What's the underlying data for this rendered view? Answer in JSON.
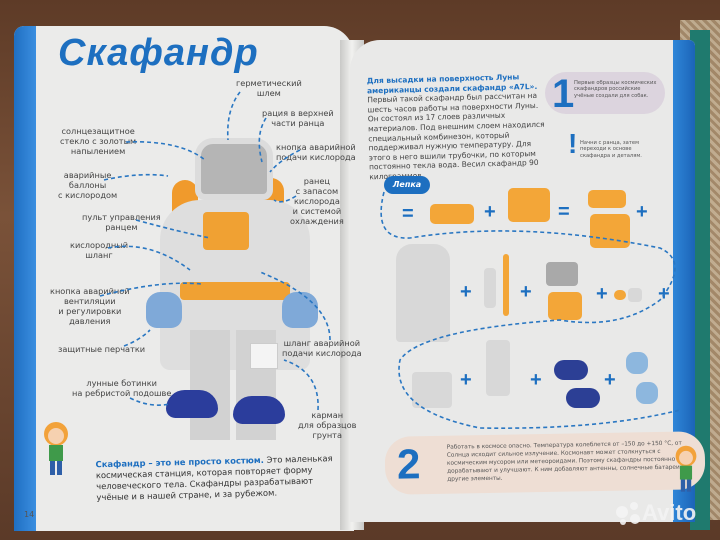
{
  "left_page": {
    "title": "Скафандр",
    "labels": {
      "helmet": "герметический\nшлем",
      "radio": "рация в верхней\nчасти ранца",
      "visor": "солнцезащитное\nстекло с золотым\nнапылением",
      "oxygen_button": "кнопка аварийной\nподачи кислорода",
      "tanks": "аварийные\nбаллоны\nс кислородом",
      "backpack": "ранец\nс запасом\nкислорода\nи системой\nохлаждения",
      "control_panel": "пульт управления\nранцем",
      "oxygen_hose": "кислородный\nшланг",
      "vent_button": "кнопка аварийной\nвентиляции\nи регулировки\nдавления",
      "gloves": "защитные перчатки",
      "emergency_hose": "шланг аварийной\nподачи кислорода",
      "boots": "лунные ботинки\nна ребристой подошве",
      "pocket": "карман\nдля образцов\nгрунта"
    },
    "body_bold": "Скафандр – это не просто костюм.",
    "body_text": " Это маленькая космическая станция, которая повторяет форму человеческого тела. Скафандры разрабатывают учёные и в нашей стране, и за рубежом.",
    "page_number": "14"
  },
  "right_page": {
    "intro_bold": "Для высадки на поверхность Луны американцы создали скафандр «A7L».",
    "intro_text": " Первый такой скафандр был рассчитан на шесть часов работы на поверхности Луны. Он состоял из 17 слоев различных материалов. Под внешним слоем находился специальный комбинезон, который поддерживал нужную температуру. Для этого в него вшили трубочки, по которым постоянно текла вода. Весил скафандр 90 килограммов.",
    "note1": {
      "number": "1",
      "text": "Первые образцы космических скафандров российские учёные создали для собак."
    },
    "tip": {
      "mark": "!",
      "text": "Начни с ранца, затем переходи к основе скафандра и деталям."
    },
    "lepka_label": "Лепка",
    "note2": {
      "number": "2",
      "text": "Работать в космосе опасно. Температура колеблется от –150 до +150 °С, от Солнца исходит сильное излучение. Космонавт может столкнуться с космическим мусором или метеороидами. Поэтому скафандры постоянно дорабатывают и улучшают. К ним добавляют антенны, солнечные батареи и другие элементы."
    },
    "operators": {
      "eq": "=",
      "plus": "+"
    }
  },
  "watermark": "Avito",
  "colors": {
    "accent_blue": "#1d6fc0",
    "clay_orange": "#f3a638",
    "page": "#ebebea"
  }
}
